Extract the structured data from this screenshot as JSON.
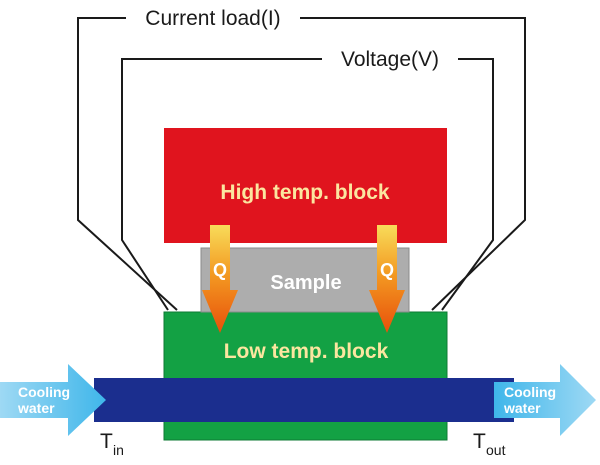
{
  "labels": {
    "current_load": "Current load(I)",
    "voltage": "Voltage(V)",
    "high_block": "High temp. block",
    "sample": "Sample",
    "low_block": "Low temp. block",
    "heat_flow_left": "Q",
    "heat_flow_right": "Q",
    "cooling_in_line1": "Cooling",
    "cooling_in_line2": "water",
    "cooling_out_line1": "Cooling",
    "cooling_out_line2": "water",
    "t_in_main": "T",
    "t_in_sub": "in",
    "t_out_main": "T",
    "t_out_sub": "out"
  },
  "colors": {
    "high_block": "#e0141e",
    "sample": "#adadad",
    "low_block": "#13a144",
    "pipe": "#1b2e8e",
    "water_arrow": "#5cc4ee",
    "heat_arrow_top": "#f7d04a",
    "heat_arrow_bottom": "#ec5a0c",
    "wire": "#1a1a1a"
  },
  "icons": {
    "heat_flow": "down-arrow-icon",
    "water_flow": "right-arrow-icon"
  }
}
